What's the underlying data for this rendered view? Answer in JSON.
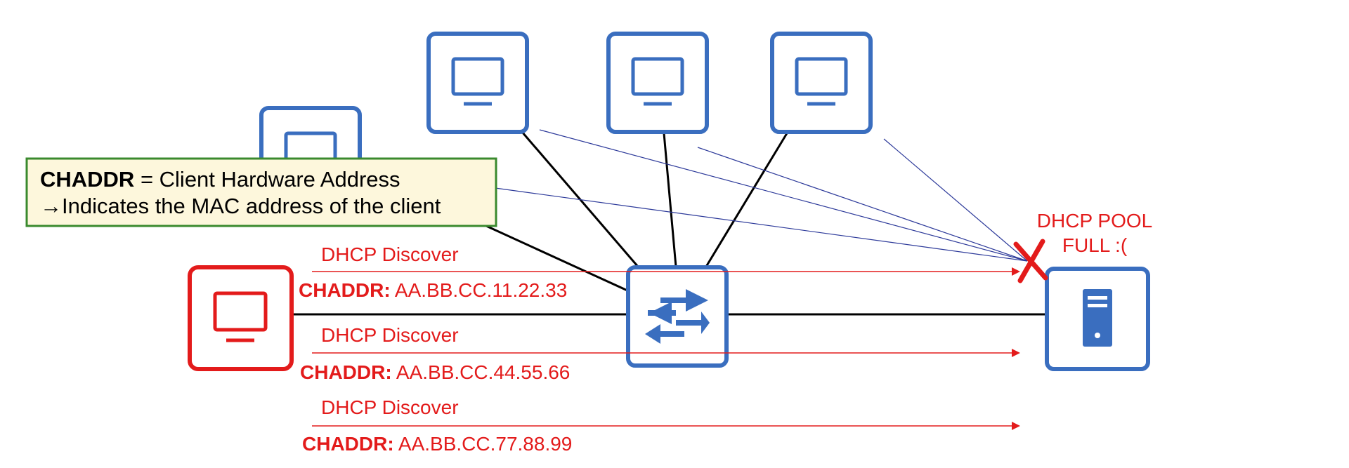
{
  "colors": {
    "device_blue": "#3a6ebf",
    "client_red": "#e31b1b",
    "callout_fill": "#fdf7dc",
    "callout_border": "#3a8a2e"
  },
  "icons": {
    "pc": "monitor-icon",
    "switch": "switch-arrows-icon",
    "server": "server-tower-icon",
    "blocked": "x-mark-icon"
  },
  "callout": {
    "term": "CHADDR",
    "definition": " = Client Hardware Address",
    "detail": "→Indicates the MAC address of the client"
  },
  "server": {
    "status_line1": "DHCP POOL",
    "status_line2": "FULL :("
  },
  "messages": [
    {
      "title": "DHCP Discover",
      "field": "CHADDR:",
      "value": " AA.BB.CC.11.22.33"
    },
    {
      "title": "DHCP Discover",
      "field": "CHADDR:",
      "value": " AA.BB.CC.44.55.66"
    },
    {
      "title": "DHCP Discover",
      "field": "CHADDR:",
      "value": " AA.BB.CC.77.88.99"
    }
  ]
}
